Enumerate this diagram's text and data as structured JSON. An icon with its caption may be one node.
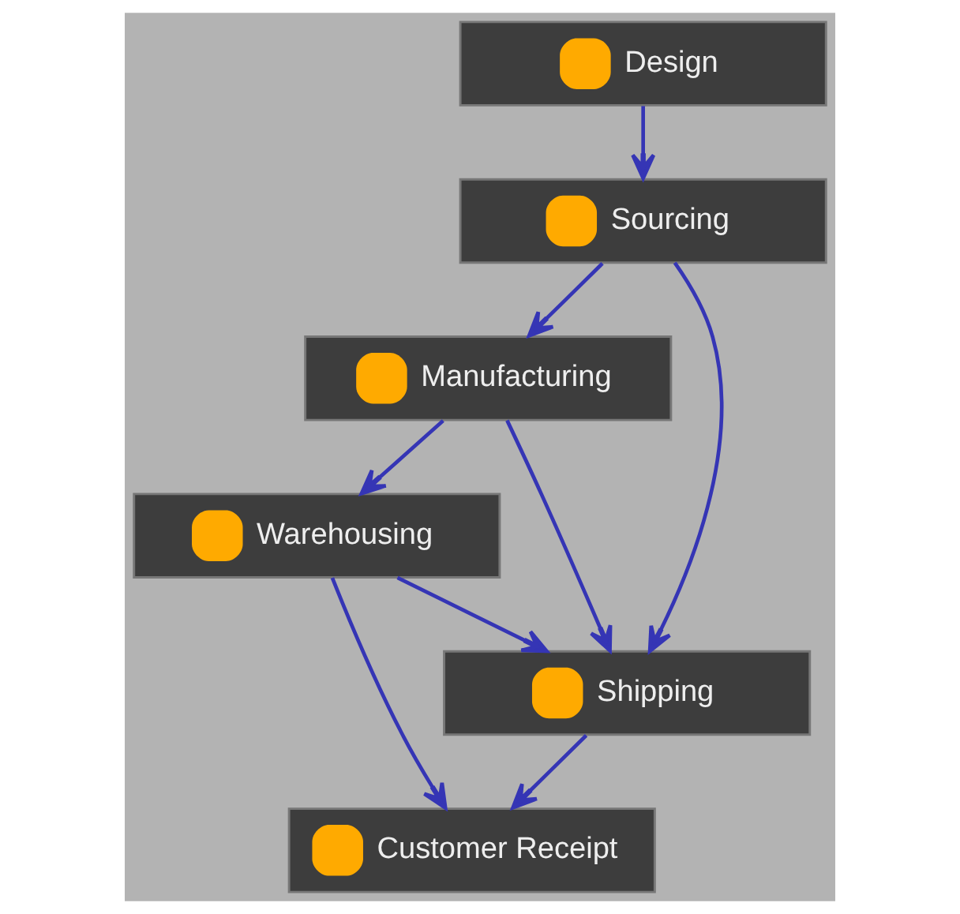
{
  "diagram": {
    "nodes": [
      {
        "text": [
          "Design"
        ]
      },
      {
        "text": [
          "Sourcing"
        ]
      },
      {
        "text": [
          "Manufacturing"
        ]
      },
      {
        "text": [
          "Warehousing"
        ]
      },
      {
        "text": [
          "Shipping"
        ]
      },
      {
        "text": [
          "Customer Receipt"
        ]
      }
    ],
    "edges": [
      {
        "from": 0,
        "to": 1,
        "arrow": "to"
      },
      {
        "from": 1,
        "to": 2,
        "arrow": "to"
      },
      {
        "from": 1,
        "to": 4,
        "arrow": "to"
      },
      {
        "from": 2,
        "to": 3,
        "arrow": "to"
      },
      {
        "from": 2,
        "to": 4,
        "arrow": "to"
      },
      {
        "from": 3,
        "to": 4,
        "arrow": "to"
      },
      {
        "from": 3,
        "to": 5,
        "arrow": "to"
      },
      {
        "from": 4,
        "to": 5,
        "arrow": "to"
      }
    ]
  }
}
